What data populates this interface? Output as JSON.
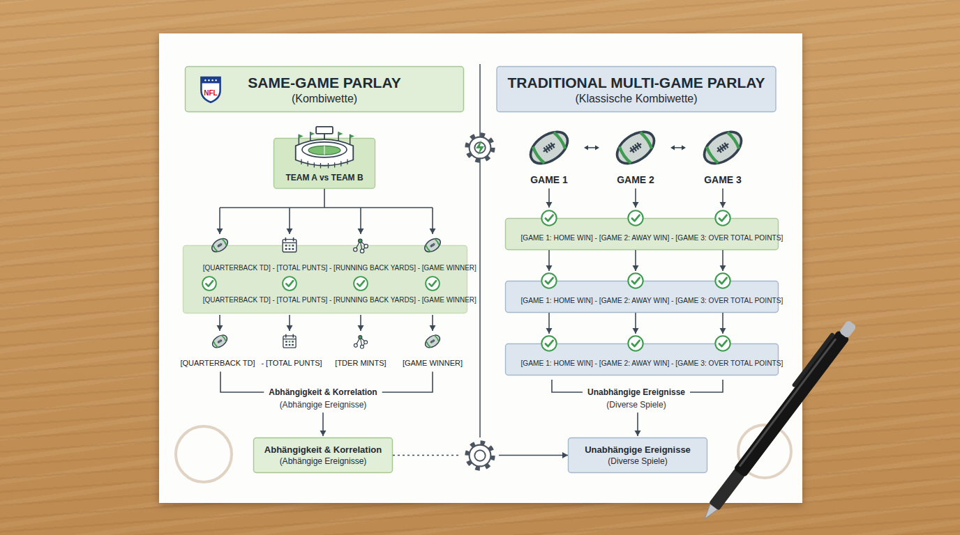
{
  "diagram": {
    "nodes": [
      {
        "text": [
          "SAME-GAME PARLAY",
          "(Kombiwette)"
        ]
      },
      {
        "text": [
          "TRADITIONAL MULTI-GAME PARLAY",
          "(Klassische Kombiwette)"
        ]
      },
      {
        "text": [
          "TEAM A vs TEAM B"
        ]
      },
      {
        "text": [
          "[QUARTERBACK TD] - [TOTAL PUNTS] - [RUNNING BACK YARDS] - [GAME WINNER]",
          "[QUARTERBACK TD] - [TOTAL PUNTS] - [RUNNING BACK YARDS] - [GAME WINNER]"
        ]
      },
      {
        "text": [
          "[GAME 1: HOME WIN] - [GAME 2: AWAY WIN] - [GAME 3: OVER TOTAL POINTS]"
        ]
      },
      {
        "text": [
          "[GAME 1: HOME WIN] - [GAME 2: AWAY WIN] - [GAME 3: OVER TOTAL POINTS]"
        ]
      },
      {
        "text": [
          "[GAME 1: HOME WIN] - [GAME 2: AWAY WIN] - [GAME 3: OVER TOTAL POINTS]"
        ]
      },
      {
        "text": [
          "Abhängigkeit & Korrelation",
          "(Abhängige Ereignisse)"
        ]
      },
      {
        "text": [
          "Unabhängige Ereignisse",
          "(Diverse Spiele)"
        ]
      }
    ],
    "edges": [
      {
        "from": 2,
        "to": 3,
        "arrow": "to"
      },
      {
        "from": 4,
        "to": 5,
        "arrow": "to"
      },
      {
        "from": 5,
        "to": 6,
        "arrow": "to"
      },
      {
        "from": 7,
        "to": 8,
        "arrow": "to"
      }
    ],
    "labels": [
      "NFL",
      "GAME 1",
      "GAME 2",
      "GAME 3",
      "[QUARTERBACK TD]",
      "- [TOTAL PUNTS]",
      "[TDER MINTS]",
      "[GAME WINNER]",
      "Abhängigkeit & Korrelation",
      "(Abhängige Ereignisse)",
      "Unabhängige Ereignisse",
      "(Diverse Spiele)"
    ]
  }
}
